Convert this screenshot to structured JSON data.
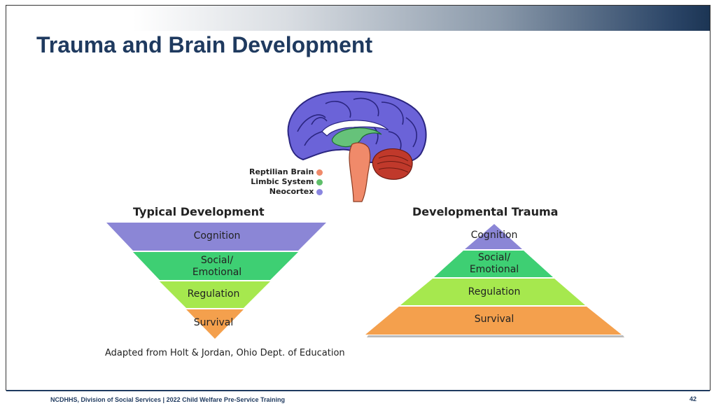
{
  "slide": {
    "title": "Trauma and Brain Development",
    "footer": "NCDHHS, Division of Social Services | 2022 Child Welfare Pre-Service Training",
    "page_number": "42"
  },
  "brain_legend": [
    {
      "label": "Reptilian Brain",
      "color": "#f08a6a"
    },
    {
      "label": "Limbic System",
      "color": "#5fbf6a"
    },
    {
      "label": "Neocortex",
      "color": "#8a86e0"
    }
  ],
  "typical": {
    "title": "Typical Development",
    "tiers": [
      {
        "label": "Cognition",
        "color": "#8b86d6"
      },
      {
        "label": "Social/\nEmotional",
        "color": "#3ecf73"
      },
      {
        "label": "Regulation",
        "color": "#a6e84e"
      },
      {
        "label": "Survival",
        "color": "#f4a04d"
      }
    ]
  },
  "trauma": {
    "title": "Developmental Trauma",
    "tiers": [
      {
        "label": "Cognition",
        "color": "#8b86d6"
      },
      {
        "label": "Social/\nEmotional",
        "color": "#3ecf73"
      },
      {
        "label": "Regulation",
        "color": "#a6e84e"
      },
      {
        "label": "Survival",
        "color": "#f4a04d"
      }
    ]
  },
  "attribution": "Adapted from Holt & Jordan, Ohio Dept. of Education"
}
